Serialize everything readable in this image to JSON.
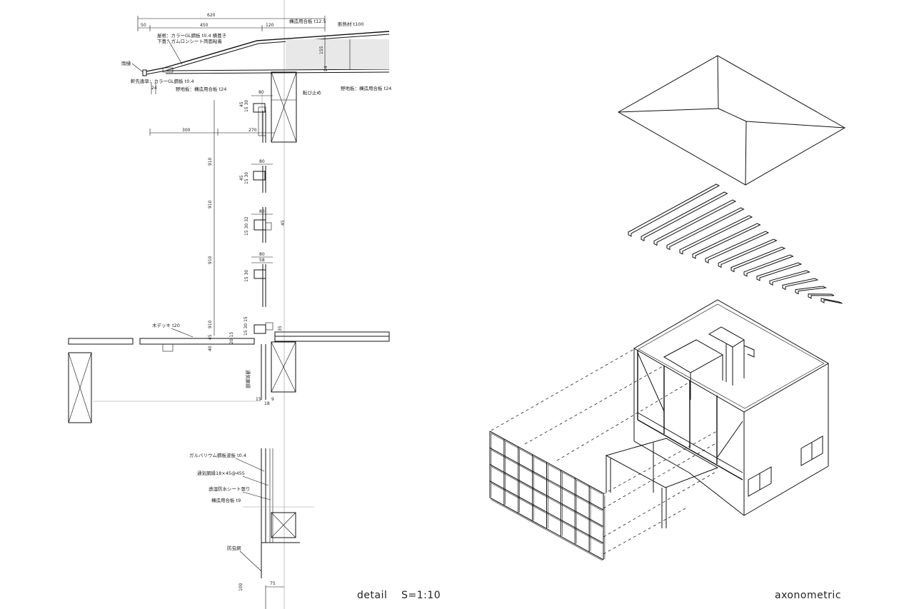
{
  "captions": {
    "detail": "detail    S=1:10",
    "axonometric": "axonometric"
  },
  "dimensions": {
    "d620": "620",
    "d50": "50",
    "d450": "450",
    "d120": "120",
    "d24": "24",
    "d80a": "80",
    "d45a": "45",
    "d15_30a": "15 30",
    "d300": "300",
    "d270": "270",
    "d910a": "910",
    "d80b": "80",
    "d45b": "45",
    "d15_30b": "15 30",
    "d910b": "910",
    "d80c": "80",
    "d15_30_32": "15 30 32",
    "d45c": "45",
    "d910c": "910",
    "d80d": "80",
    "d58": "58",
    "d15_30c": "15 30",
    "d910d": "910",
    "d45d": "45",
    "d40": "40",
    "d20_15": "20 15",
    "d15_30_15": "15 30 15",
    "d35": "35",
    "d15": "15",
    "d18": "18",
    "d9": "9",
    "d100": "100",
    "d75": "75",
    "d24b": "24",
    "d155": "155"
  },
  "annotations": {
    "plywood_12": "構造用合板 t12.5",
    "insulation": "断熱材 t100",
    "roofing": "屋根：カラーGL鋼板 t0.4 横葺き",
    "underlay": "下葺：ガムロンシート両面粘着",
    "gutter": "雨樋",
    "eave": "軒先唐草：カラーGL鋼板 t0.4",
    "sheathing_a": "野地板：構造用合板 t24",
    "sheathing_b": "野地板：構造用合板 t24",
    "stopper": "転び止め",
    "deck": "木デッキ t20",
    "vert_note": "通気胴縁",
    "galv": "ガルバリウム鋼板波板 t0.4",
    "furring": "通気胴縁18×45@455",
    "membrane": "透湿防水シート張り",
    "plywood_9": "構造用合板 t9",
    "insect": "防虫網"
  }
}
